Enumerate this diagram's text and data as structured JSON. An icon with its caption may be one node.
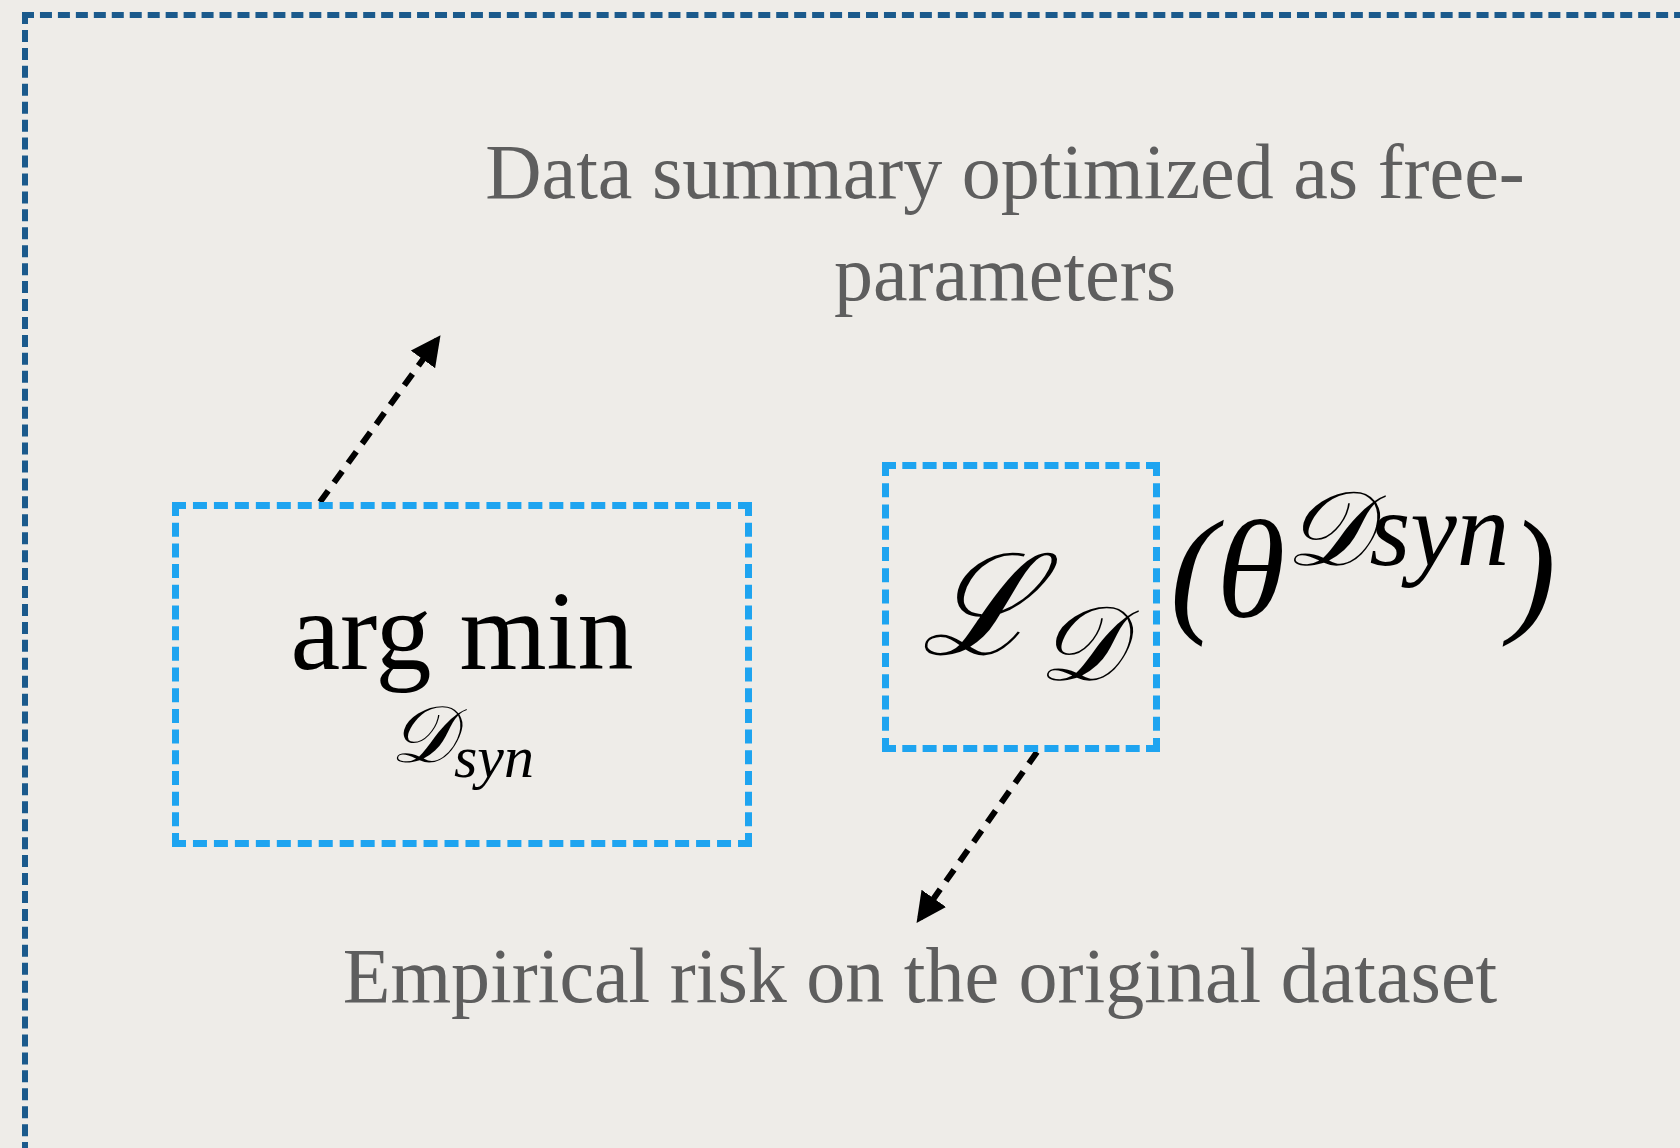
{
  "diagram": {
    "nodes": [
      {
        "text": [
          "Data summary optimized as free-parameters"
        ]
      },
      {
        "text": [
          "arg min",
          "𝒟$_{syn}$"
        ]
      },
      {
        "text": [
          "ℒ$_{𝒟}$"
        ]
      },
      {
        "text": [
          "Empirical risk on the original dataset"
        ]
      }
    ],
    "edges": [
      {
        "from": 1,
        "to": 0,
        "arrow": "to",
        "style": "dashed"
      },
      {
        "from": 2,
        "to": 3,
        "arrow": "to",
        "style": "dashed"
      }
    ],
    "labels": [
      "(θ$^{𝒟syn}$)"
    ]
  }
}
